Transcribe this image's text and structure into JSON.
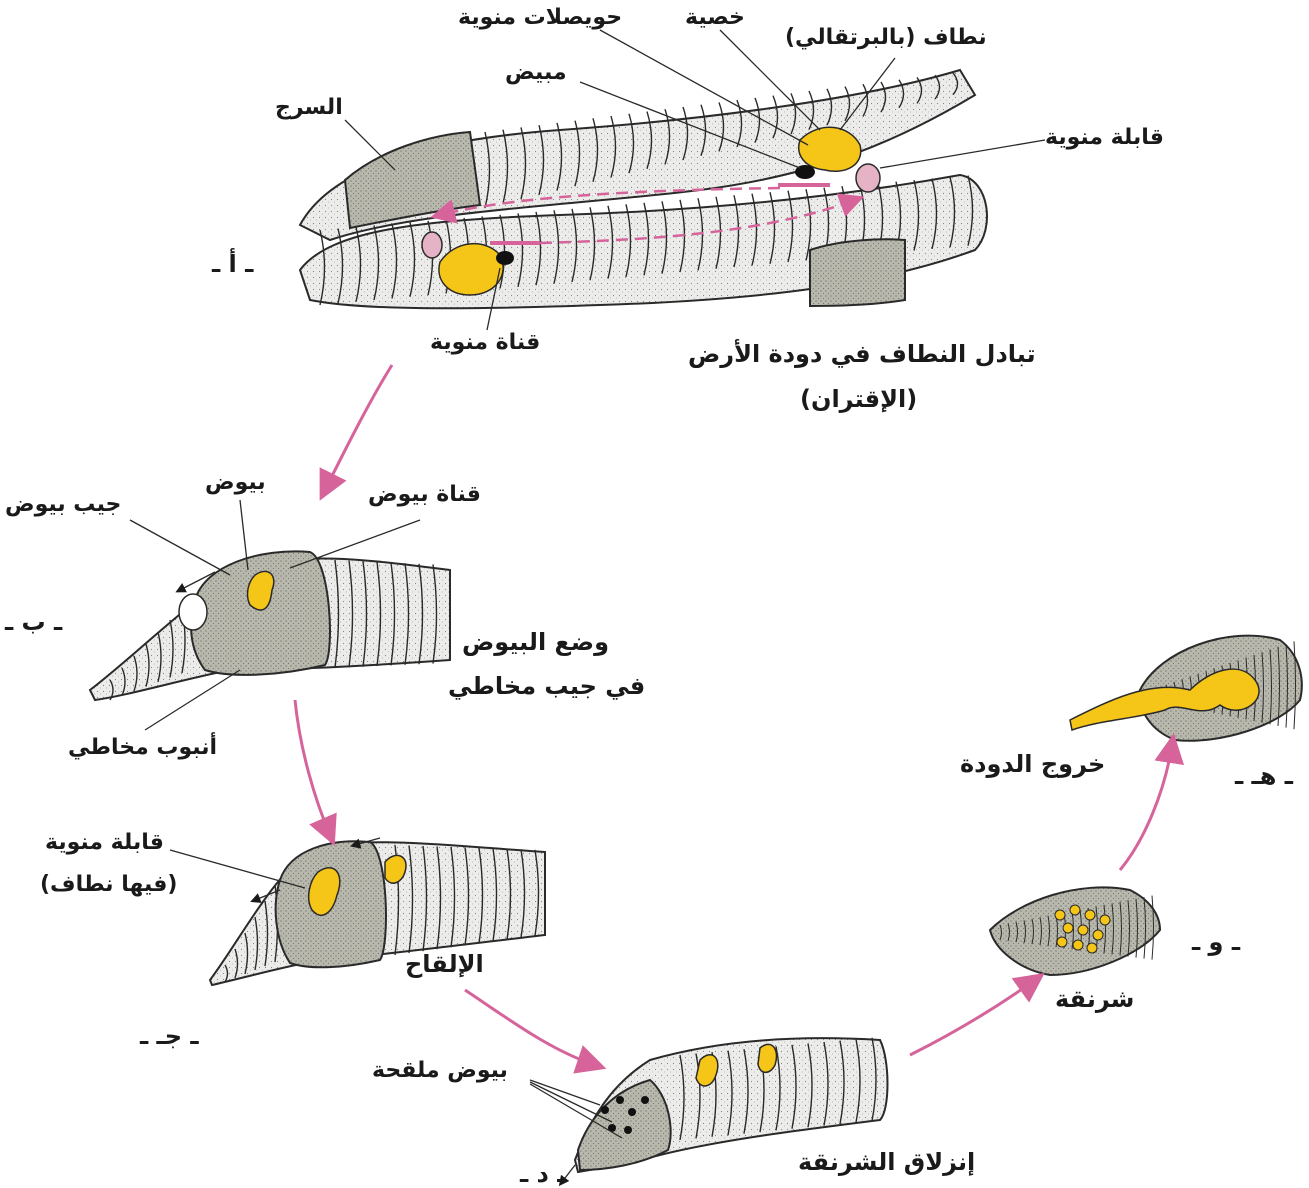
{
  "labels": {
    "seminal_vesicles": "حويصلات منوية",
    "testis": "خصية",
    "clitellum_orange": "نطاف (بالبرتقالي)",
    "ovary": "مبيض",
    "saddle": "السرج",
    "sperm_receptacle": "قابلة منوية",
    "sperm_duct": "قناة منوية",
    "sperm_exchange_line1": "تبادل النطاف في دودة الأرض",
    "sperm_exchange_line2": "(الإقتران)",
    "eggs": "بيوض",
    "oviduct": "قناة بيوض",
    "egg_pouch": "جيب بيوض",
    "egg_laying_line1": "وضع البيوض",
    "egg_laying_line2": "في جيب مخاطي",
    "mucus_tube": "أنبوب مخاطي",
    "receptacle_with_sperm_line1": "قابلة منوية",
    "receptacle_with_sperm_line2": "(فيها نطاف)",
    "fertilization": "الإلقاح",
    "fertilized_eggs": "بيوض ملقحة",
    "cocoon_slip": "إنزلاق الشرنقة",
    "cocoon": "شرنقة",
    "worm_emergence": "خروج الدودة"
  },
  "stages": {
    "a": "ـ أ ـ",
    "b": "ـ ب ـ",
    "c": "ـ جـ ـ",
    "d": "ـ د ـ",
    "e": "ـ هـ ـ",
    "f": "ـ و ـ"
  },
  "colors": {
    "arrow": "#d6649b",
    "body": "#ececea",
    "clitellum": "#b8b8ac",
    "organ": "#f5c518",
    "outline": "#2a2a2a",
    "sperm_path": "#d6649b"
  }
}
